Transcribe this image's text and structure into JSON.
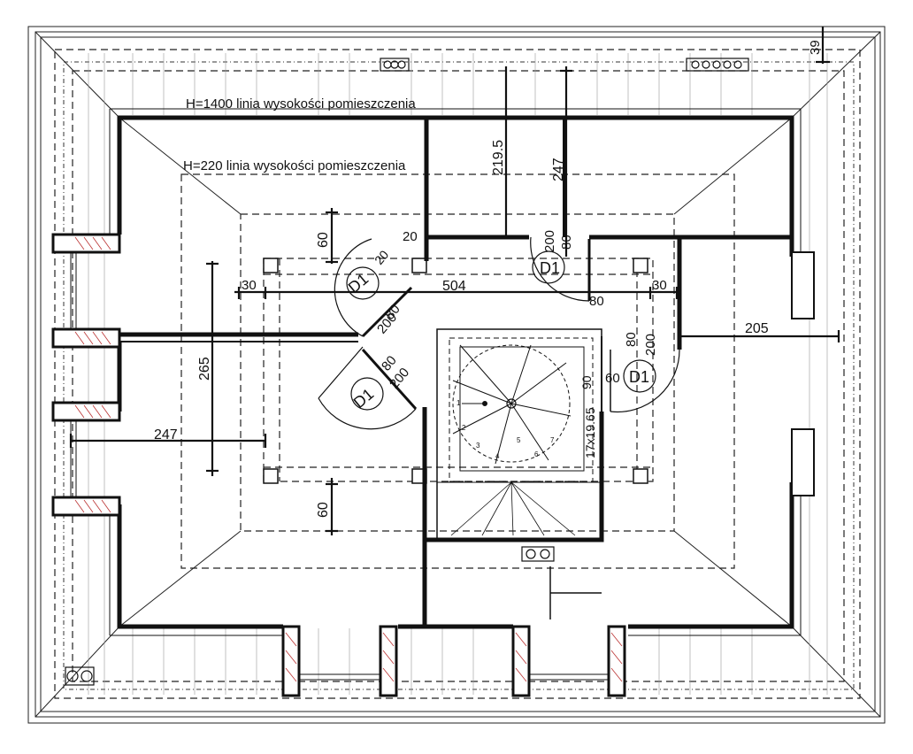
{
  "plan": {
    "height_lines": {
      "h1400": "H=1400 linia wysokości pomieszczenia",
      "h220": "H=220  linia wysokości pomieszczenia"
    },
    "dimensions": {
      "d39": "39",
      "d219_5": "219.5",
      "d247_top": "247",
      "d60_top": "60",
      "d20": "20",
      "d504": "504",
      "d30_left": "30",
      "d30_right": "30",
      "d265": "265",
      "d247_left": "247",
      "d60_bottom": "60",
      "d205": "205",
      "d200_door_top": "200",
      "d80_door_top": "80",
      "d80_door_top_b": "80",
      "d80_door_left": "80",
      "d200_door_left": "200",
      "d80_door_mid": "80",
      "d200_door_mid": "200",
      "d80_door_right": "80",
      "d200_door_right": "200",
      "d90": "90",
      "d60_door_right": "60",
      "d20_door_tl": "20"
    },
    "door_tags": {
      "d1_top": "D1",
      "d1_left": "D1",
      "d1_mid": "D1",
      "d1_right": "D1"
    },
    "stair": {
      "label": "17x19.65",
      "steps": [
        "1",
        "2",
        "3",
        "4",
        "5",
        "6",
        "7"
      ]
    }
  }
}
